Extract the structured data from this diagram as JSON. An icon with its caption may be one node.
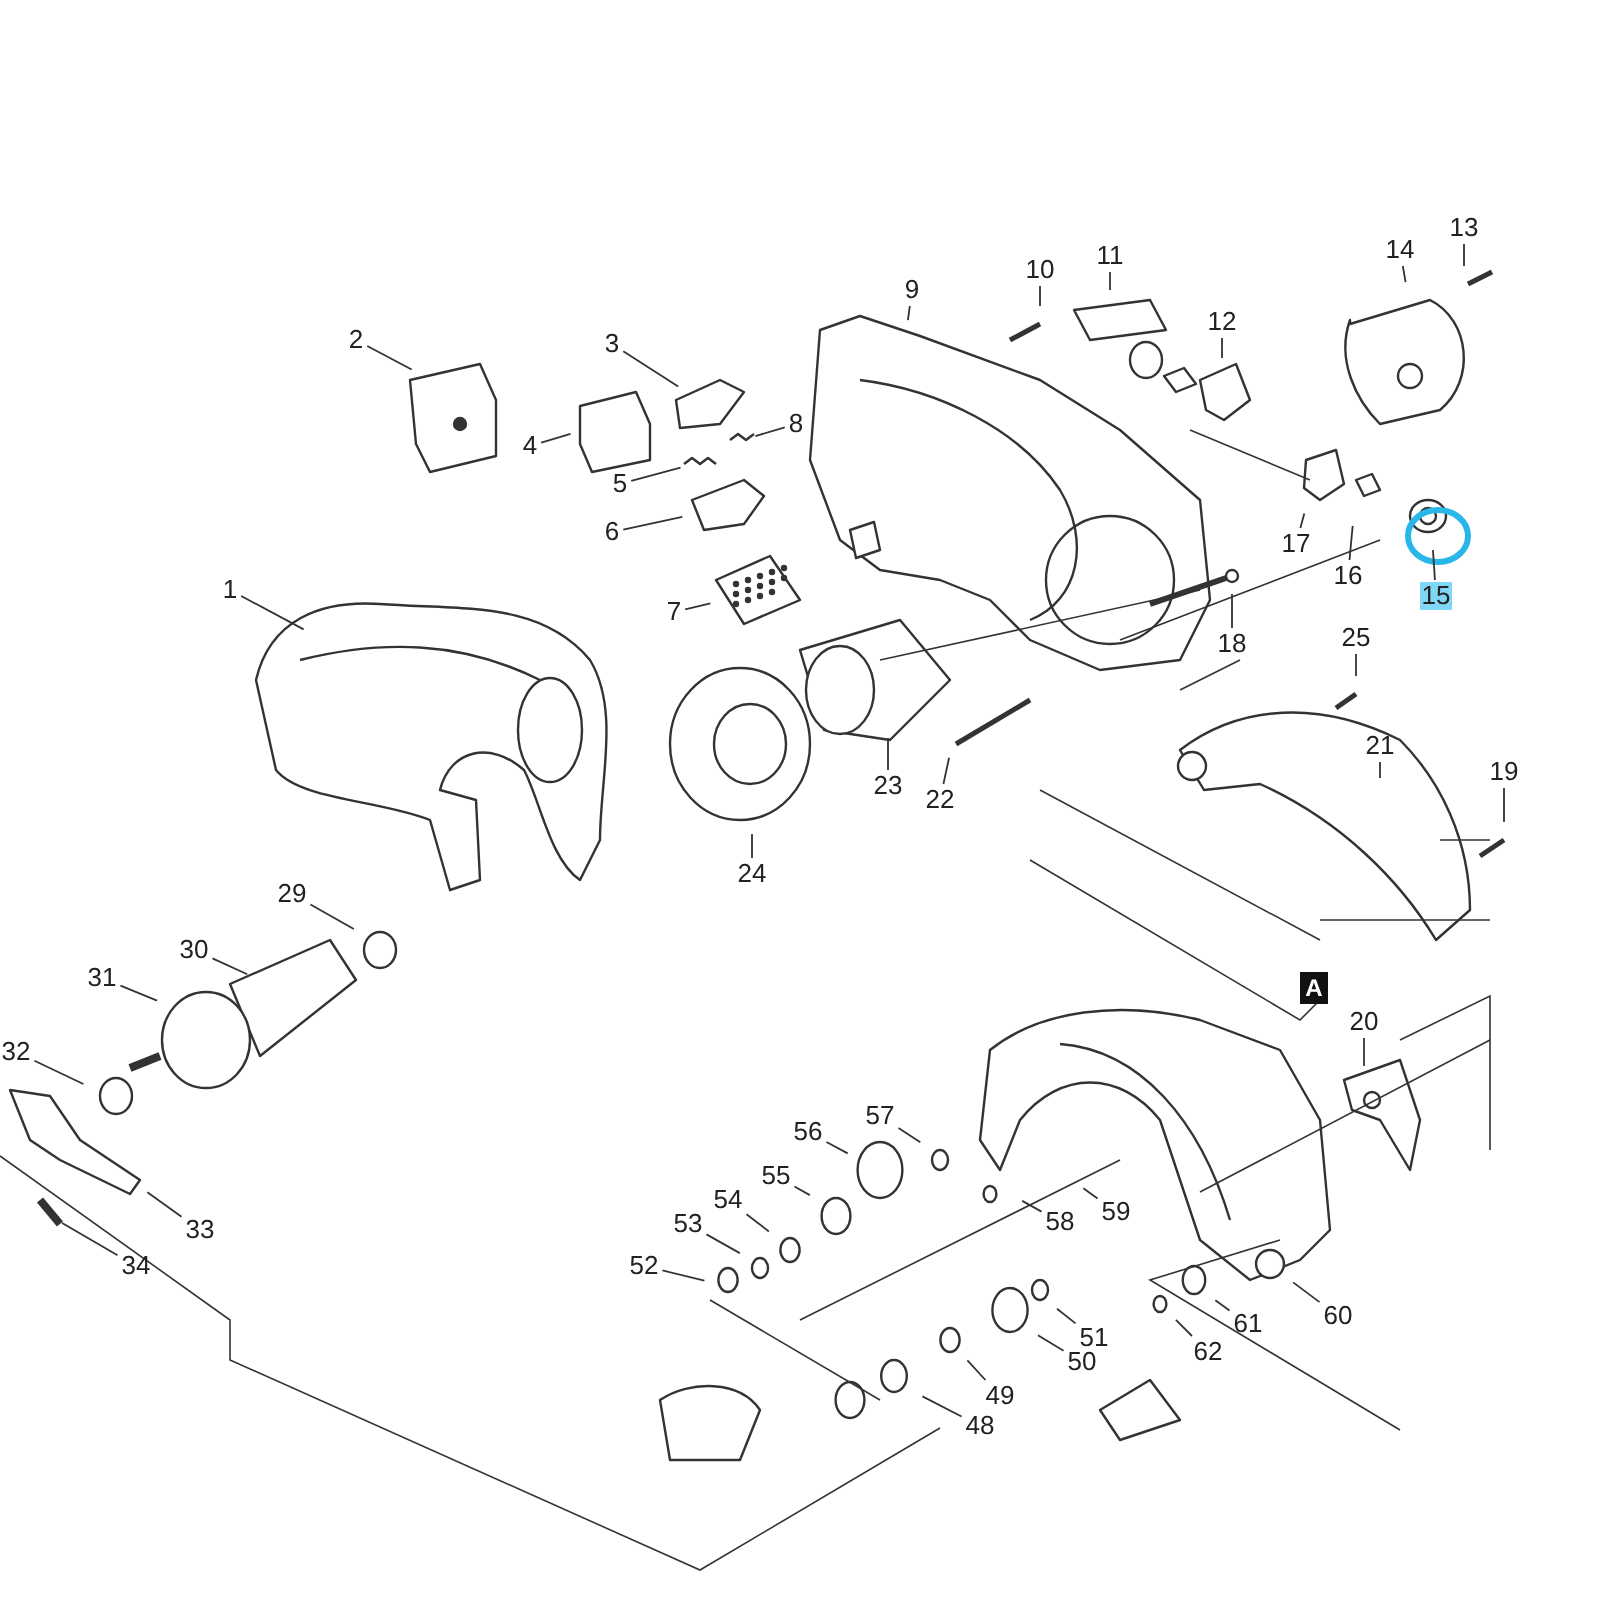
{
  "diagram": {
    "nodes": [
      {
        "text": [
          "1"
        ]
      },
      {
        "text": [
          "2"
        ]
      },
      {
        "text": [
          "3"
        ]
      },
      {
        "text": [
          "4"
        ]
      },
      {
        "text": [
          "5"
        ]
      },
      {
        "text": [
          "6"
        ]
      },
      {
        "text": [
          "7"
        ]
      },
      {
        "text": [
          "8"
        ]
      },
      {
        "text": [
          "9"
        ]
      },
      {
        "text": [
          "10"
        ]
      },
      {
        "text": [
          "11"
        ]
      },
      {
        "text": [
          "12"
        ]
      },
      {
        "text": [
          "13"
        ]
      },
      {
        "text": [
          "14"
        ]
      },
      {
        "text": [
          "15"
        ]
      },
      {
        "text": [
          "16"
        ]
      },
      {
        "text": [
          "17"
        ]
      },
      {
        "text": [
          "18"
        ]
      },
      {
        "text": [
          "19"
        ]
      },
      {
        "text": [
          "20"
        ]
      },
      {
        "text": [
          "21"
        ]
      },
      {
        "text": [
          "22"
        ]
      },
      {
        "text": [
          "23"
        ]
      },
      {
        "text": [
          "24"
        ]
      },
      {
        "text": [
          "25"
        ]
      },
      {
        "text": [
          "29"
        ]
      },
      {
        "text": [
          "30"
        ]
      },
      {
        "text": [
          "31"
        ]
      },
      {
        "text": [
          "32"
        ]
      },
      {
        "text": [
          "33"
        ]
      },
      {
        "text": [
          "34"
        ]
      },
      {
        "text": [
          "48"
        ]
      },
      {
        "text": [
          "49"
        ]
      },
      {
        "text": [
          "50"
        ]
      },
      {
        "text": [
          "51"
        ]
      },
      {
        "text": [
          "52"
        ]
      },
      {
        "text": [
          "53"
        ]
      },
      {
        "text": [
          "54"
        ]
      },
      {
        "text": [
          "55"
        ]
      },
      {
        "text": [
          "56"
        ]
      },
      {
        "text": [
          "57"
        ]
      },
      {
        "text": [
          "58"
        ]
      },
      {
        "text": [
          "59"
        ]
      },
      {
        "text": [
          "60"
        ]
      },
      {
        "text": [
          "61"
        ]
      },
      {
        "text": [
          "62"
        ]
      }
    ],
    "edges": [
      {
        "from": 0,
        "to": null,
        "arrow": "none"
      },
      {
        "from": 1,
        "to": null,
        "arrow": "none"
      },
      {
        "from": 2,
        "to": null,
        "arrow": "none"
      },
      {
        "from": 3,
        "to": null,
        "arrow": "none"
      },
      {
        "from": 4,
        "to": null,
        "arrow": "none"
      },
      {
        "from": 5,
        "to": null,
        "arrow": "none"
      },
      {
        "from": 6,
        "to": null,
        "arrow": "none"
      },
      {
        "from": 7,
        "to": null,
        "arrow": "none"
      },
      {
        "from": 8,
        "to": null,
        "arrow": "none"
      },
      {
        "from": 9,
        "to": null,
        "arrow": "none"
      },
      {
        "from": 10,
        "to": null,
        "arrow": "none"
      },
      {
        "from": 11,
        "to": null,
        "arrow": "none"
      },
      {
        "from": 12,
        "to": null,
        "arrow": "none"
      },
      {
        "from": 13,
        "to": null,
        "arrow": "none"
      },
      {
        "from": 14,
        "to": null,
        "arrow": "none"
      },
      {
        "from": 15,
        "to": null,
        "arrow": "none"
      },
      {
        "from": 16,
        "to": null,
        "arrow": "none"
      },
      {
        "from": 17,
        "to": null,
        "arrow": "none"
      },
      {
        "from": 18,
        "to": null,
        "arrow": "none"
      },
      {
        "from": 19,
        "to": null,
        "arrow": "none"
      },
      {
        "from": 20,
        "to": null,
        "arrow": "none"
      },
      {
        "from": 21,
        "to": null,
        "arrow": "none"
      },
      {
        "from": 22,
        "to": null,
        "arrow": "none"
      },
      {
        "from": 23,
        "to": null,
        "arrow": "none"
      },
      {
        "from": 24,
        "to": null,
        "arrow": "none"
      },
      {
        "from": 25,
        "to": null,
        "arrow": "none"
      },
      {
        "from": 26,
        "to": null,
        "arrow": "none"
      },
      {
        "from": 27,
        "to": null,
        "arrow": "none"
      },
      {
        "from": 28,
        "to": null,
        "arrow": "none"
      },
      {
        "from": 29,
        "to": null,
        "arrow": "none"
      },
      {
        "from": 30,
        "to": null,
        "arrow": "none"
      },
      {
        "from": 31,
        "to": null,
        "arrow": "none"
      },
      {
        "from": 32,
        "to": null,
        "arrow": "none"
      },
      {
        "from": 33,
        "to": null,
        "arrow": "none"
      },
      {
        "from": 34,
        "to": null,
        "arrow": "none"
      },
      {
        "from": 35,
        "to": null,
        "arrow": "none"
      },
      {
        "from": 36,
        "to": null,
        "arrow": "none"
      },
      {
        "from": 37,
        "to": null,
        "arrow": "none"
      },
      {
        "from": 38,
        "to": null,
        "arrow": "none"
      },
      {
        "from": 39,
        "to": null,
        "arrow": "none"
      },
      {
        "from": 40,
        "to": null,
        "arrow": "none"
      },
      {
        "from": 41,
        "to": null,
        "arrow": "none"
      },
      {
        "from": 42,
        "to": null,
        "arrow": "none"
      },
      {
        "from": 43,
        "to": null,
        "arrow": "none"
      },
      {
        "from": 44,
        "to": null,
        "arrow": "none"
      },
      {
        "from": 45,
        "to": null,
        "arrow": "none"
      }
    ],
    "labels": [
      "A"
    ]
  }
}
